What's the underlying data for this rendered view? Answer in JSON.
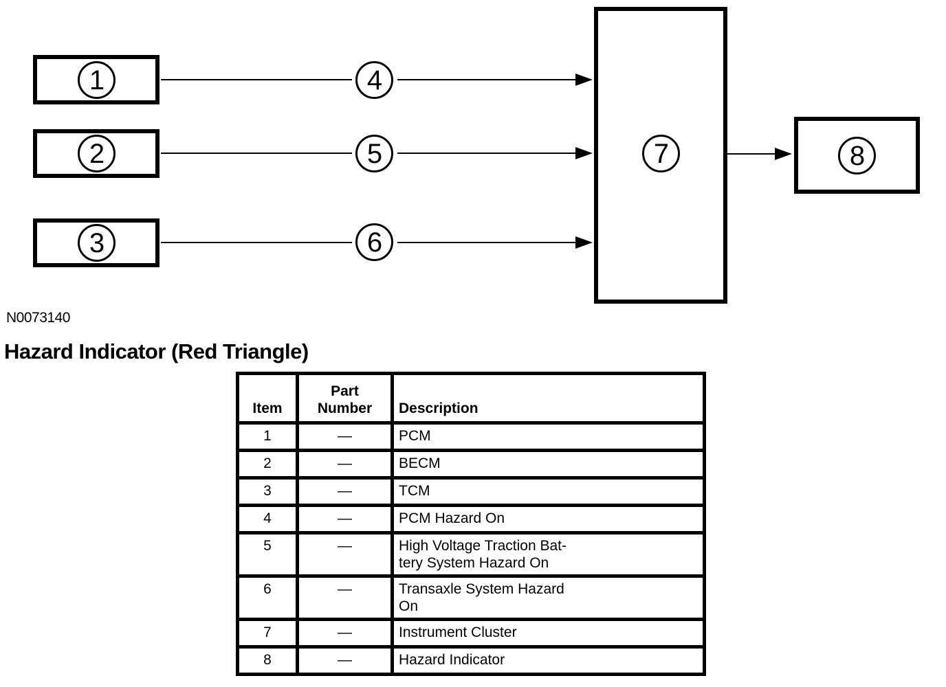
{
  "colors": {
    "ink": "#000000",
    "background": "#ffffff"
  },
  "figure": {
    "reference_code": "N0073140",
    "title": "Hazard Indicator (Red Triangle)"
  },
  "diagram": {
    "callouts": {
      "node1": "1",
      "node2": "2",
      "node3": "3",
      "signal4": "4",
      "signal5": "5",
      "signal6": "6",
      "node7": "7",
      "node8": "8"
    }
  },
  "parts_table": {
    "headers": {
      "item": "Item",
      "part_number": "Part\nNumber",
      "description": "Description"
    },
    "rows": [
      {
        "item": "1",
        "part_number": "—",
        "description": "PCM"
      },
      {
        "item": "2",
        "part_number": "—",
        "description": "BECM"
      },
      {
        "item": "3",
        "part_number": "—",
        "description": "TCM"
      },
      {
        "item": "4",
        "part_number": "—",
        "description": "PCM Hazard On"
      },
      {
        "item": "5",
        "part_number": "—",
        "description": "High Voltage Traction Bat-\ntery System Hazard On"
      },
      {
        "item": "6",
        "part_number": "—",
        "description": "Transaxle System Hazard\nOn"
      },
      {
        "item": "7",
        "part_number": "—",
        "description": "Instrument Cluster"
      },
      {
        "item": "8",
        "part_number": "—",
        "description": "Hazard Indicator"
      }
    ]
  }
}
